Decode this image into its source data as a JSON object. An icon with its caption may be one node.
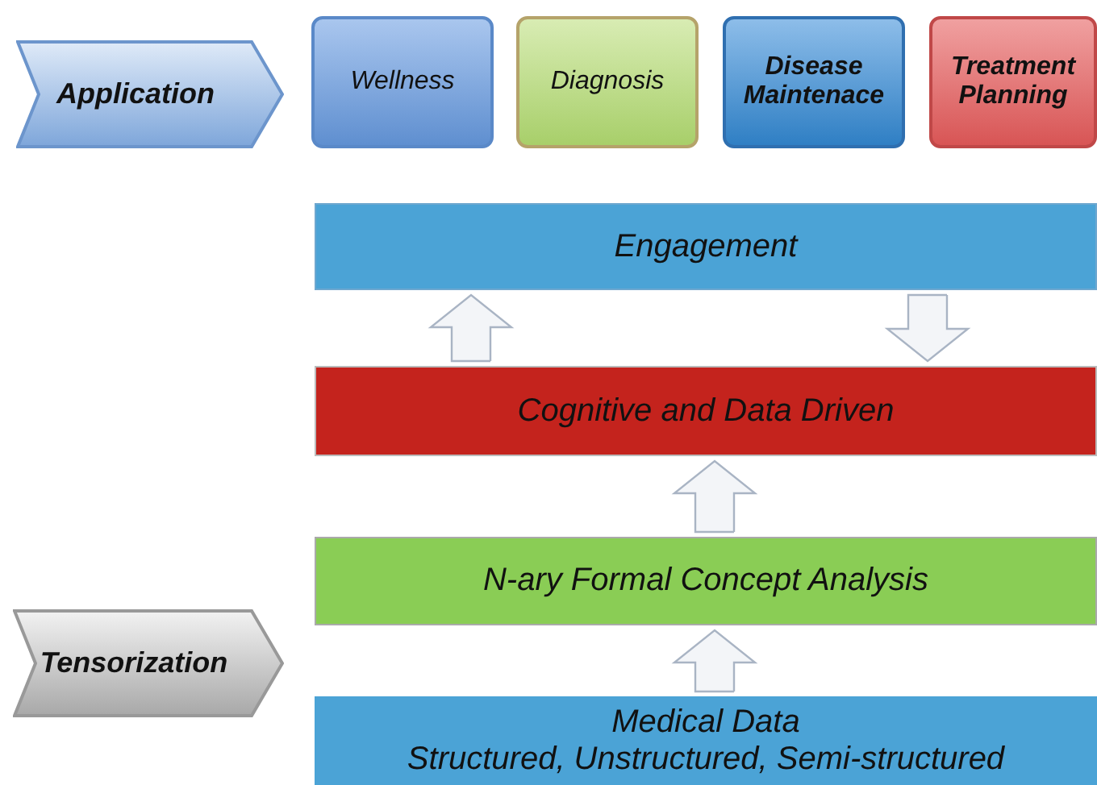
{
  "diagram": {
    "nodes": [
      {
        "text": [
          "Application"
        ]
      },
      {
        "text": [
          "Wellness"
        ]
      },
      {
        "text": [
          "Diagnosis"
        ]
      },
      {
        "text": [
          "Disease Maintenace"
        ]
      },
      {
        "text": [
          "Treatment Planning"
        ]
      },
      {
        "text": [
          "Engagement"
        ]
      },
      {
        "text": [
          "Cognitive and Data Driven"
        ]
      },
      {
        "text": [
          "N-ary Formal Concept Analysis"
        ]
      },
      {
        "text": [
          "Tensorization"
        ]
      },
      {
        "text": [
          "Medical Data",
          "Structured, Unstructured, Semi-structured"
        ]
      }
    ],
    "edges": [
      {
        "from": 6,
        "to": 5,
        "arrow": "to"
      },
      {
        "from": 5,
        "to": 6,
        "arrow": "to"
      },
      {
        "from": 7,
        "to": 6,
        "arrow": "to"
      },
      {
        "from": 9,
        "to": 7,
        "arrow": "to"
      }
    ]
  }
}
